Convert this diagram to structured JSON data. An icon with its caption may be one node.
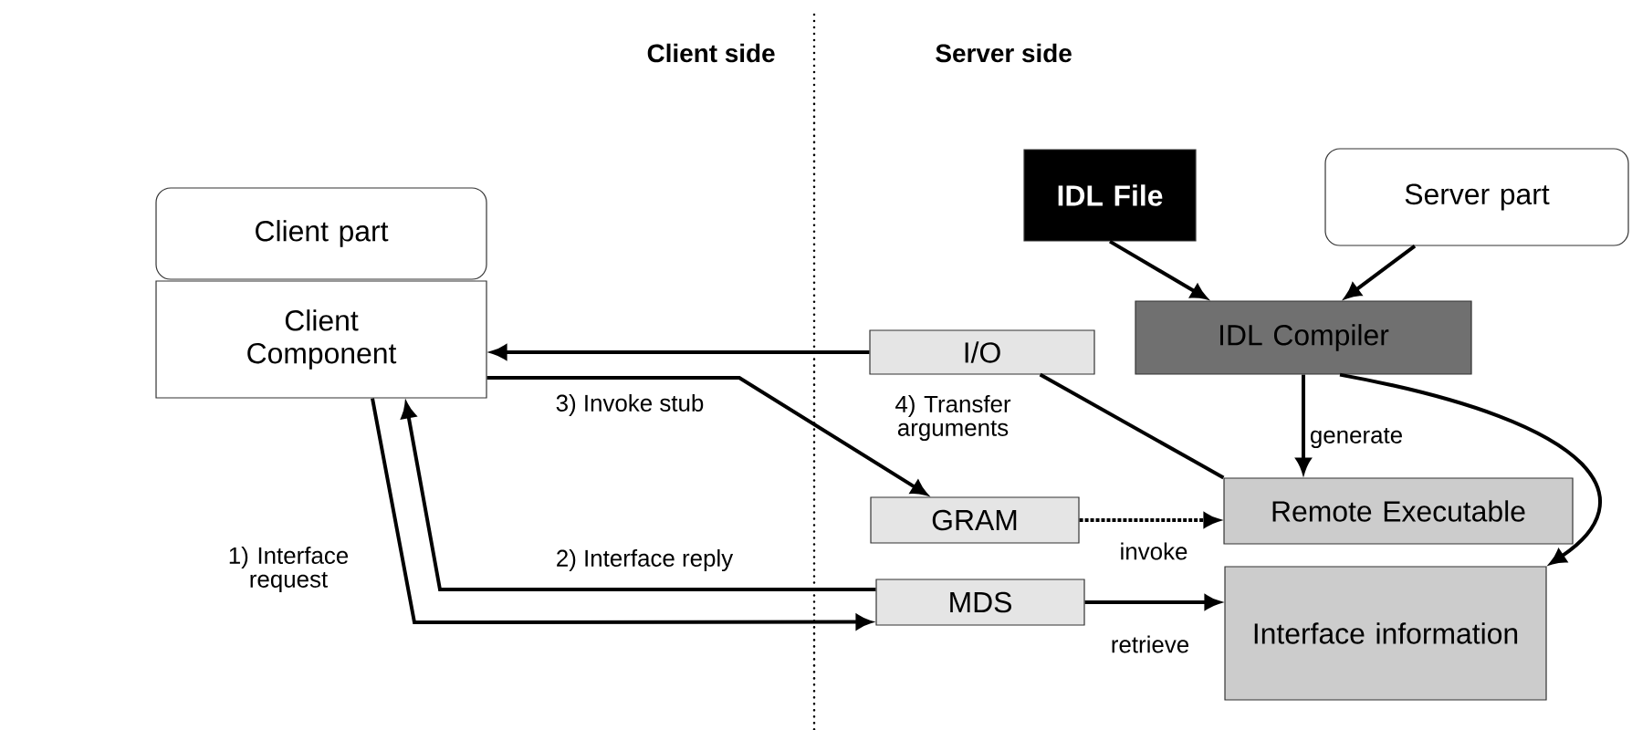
{
  "diagram": {
    "nodes": [
      {
        "text": [
          "Client part"
        ]
      },
      {
        "text": [
          "Client Component"
        ]
      },
      {
        "text": [
          "IDL File"
        ]
      },
      {
        "text": [
          "Server part"
        ]
      },
      {
        "text": [
          "I/O"
        ]
      },
      {
        "text": [
          "IDL Compiler"
        ]
      },
      {
        "text": [
          "GRAM"
        ]
      },
      {
        "text": [
          "Remote Executable"
        ]
      },
      {
        "text": [
          "MDS"
        ]
      },
      {
        "text": [
          "Interface information"
        ]
      }
    ],
    "edges": [
      {
        "from": 7,
        "to": 4,
        "arrow": "none",
        "label": "4) Transfer arguments"
      },
      {
        "from": 4,
        "to": 1,
        "arrow": "to"
      },
      {
        "from": 1,
        "to": 6,
        "arrow": "to",
        "label": "3) Invoke stub"
      },
      {
        "from": 6,
        "to": 7,
        "arrow": "to",
        "label": "invoke",
        "style": "dashed"
      },
      {
        "from": 1,
        "to": 8,
        "arrow": "to",
        "label": "1) Interface request"
      },
      {
        "from": 8,
        "to": 1,
        "arrow": "to",
        "label": "2) Interface reply"
      },
      {
        "from": 8,
        "to": 9,
        "arrow": "to",
        "label": "retrieve"
      },
      {
        "from": 2,
        "to": 5,
        "arrow": "to"
      },
      {
        "from": 3,
        "to": 5,
        "arrow": "to"
      },
      {
        "from": 5,
        "to": 7,
        "arrow": "to",
        "label": "generate"
      },
      {
        "from": 5,
        "to": 9,
        "arrow": "to"
      }
    ],
    "labels": [
      "Client side",
      "Server side"
    ]
  }
}
